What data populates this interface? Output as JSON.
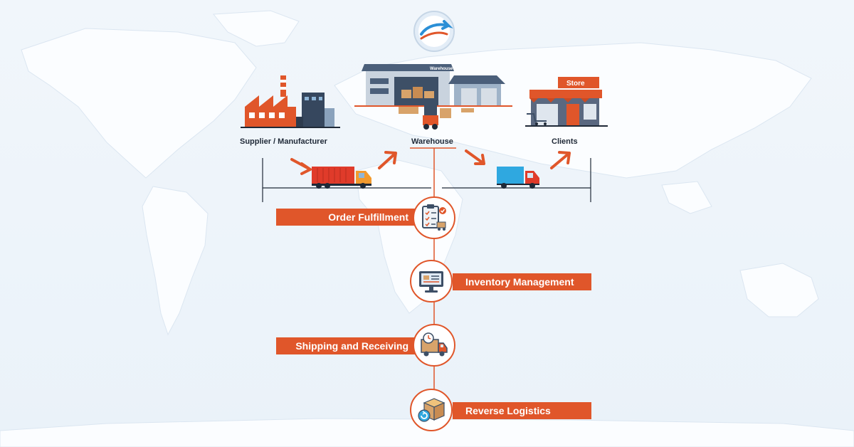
{
  "brand": {
    "logo": "globe-arrows-logo",
    "accent": "#e0562a",
    "text": "#1f2937"
  },
  "nodes": {
    "supplier": {
      "label": "Supplier / Manufacturer",
      "icon": "factory-icon"
    },
    "warehouse": {
      "label": "Warehouse",
      "icon": "warehouse-icon",
      "sign": "Warehouse"
    },
    "clients": {
      "label": "Clients",
      "icon": "store-icon",
      "sign": "Store"
    }
  },
  "transport": {
    "inbound": "container-truck-icon",
    "outbound": "delivery-truck-icon"
  },
  "functions": [
    {
      "label": "Order Fulfillment",
      "icon": "clipboard-checklist-icon",
      "side": "left"
    },
    {
      "label": "Inventory Management",
      "icon": "monitor-inventory-icon",
      "side": "right"
    },
    {
      "label": "Shipping and Receiving",
      "icon": "delivery-van-clock-icon",
      "side": "left"
    },
    {
      "label": "Reverse Logistics",
      "icon": "box-return-icon",
      "side": "right"
    }
  ]
}
